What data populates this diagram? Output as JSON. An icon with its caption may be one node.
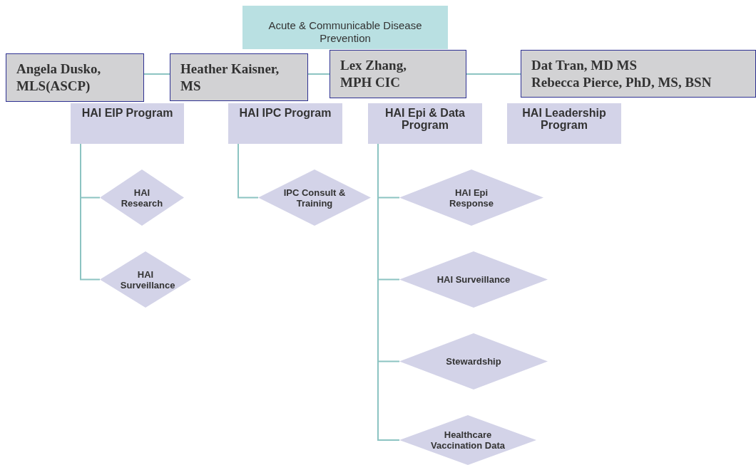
{
  "diagram": {
    "nodes": [
      {
        "text": [
          "Acute & Communicable Disease Prevention"
        ]
      },
      {
        "text": [
          "HAI EIP Program"
        ]
      },
      {
        "text": [
          "HAI IPC Program"
        ]
      },
      {
        "text": [
          "HAI Epi & Data Program"
        ]
      },
      {
        "text": [
          "HAI Leadership Program"
        ]
      },
      {
        "text": [
          "Angela Dusko, MLS(ASCP)"
        ]
      },
      {
        "text": [
          "Heather Kaisner, MS"
        ]
      },
      {
        "text": [
          "Lex Zhang, MPH CIC"
        ]
      },
      {
        "text": [
          "Dat Tran, MD MS",
          "Rebecca Pierce, PhD, MS, BSN"
        ]
      },
      {
        "text": [
          "HAI Research"
        ]
      },
      {
        "text": [
          "HAI Surveillance"
        ]
      },
      {
        "text": [
          "IPC Consult & Training"
        ]
      },
      {
        "text": [
          "HAI Epi Response"
        ]
      },
      {
        "text": [
          "HAI Surveillance"
        ]
      },
      {
        "text": [
          "Stewardship"
        ]
      },
      {
        "text": [
          "Healthcare Vaccination Data"
        ]
      }
    ],
    "edges": [
      {
        "from": 5,
        "to": 6,
        "arrow": "none"
      },
      {
        "from": 6,
        "to": 7,
        "arrow": "none"
      },
      {
        "from": 7,
        "to": 8,
        "arrow": "none"
      },
      {
        "from": 1,
        "to": 9,
        "arrow": "none"
      },
      {
        "from": 1,
        "to": 10,
        "arrow": "none"
      },
      {
        "from": 2,
        "to": 11,
        "arrow": "none"
      },
      {
        "from": 3,
        "to": 12,
        "arrow": "none"
      },
      {
        "from": 3,
        "to": 13,
        "arrow": "none"
      },
      {
        "from": 3,
        "to": 14,
        "arrow": "none"
      },
      {
        "from": 3,
        "to": 15,
        "arrow": "none"
      }
    ]
  }
}
